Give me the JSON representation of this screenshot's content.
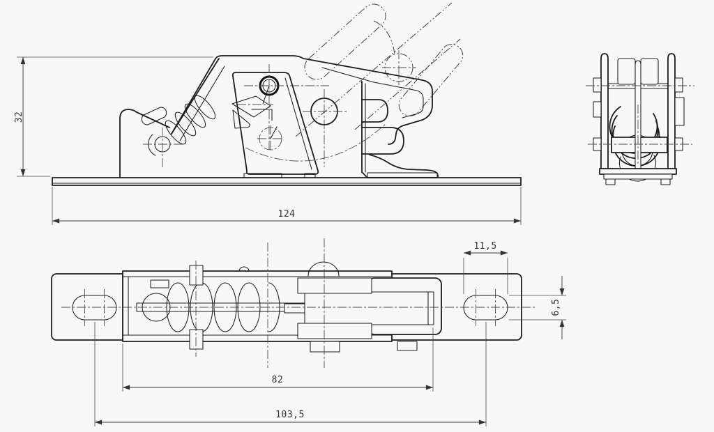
{
  "drawing": {
    "type": "technical-drawing",
    "subject": "spring latch fastener, three orthographic views",
    "background_color": "#f8f8f8",
    "line_color": "#1c1c1c",
    "views": {
      "side": "side elevation view with phantom open position",
      "end": "end elevation view",
      "plan": "bottom plan view"
    },
    "dimensions": {
      "height": {
        "value": "32",
        "orientation": "vertical",
        "refers_to": "overall height above base plate"
      },
      "base_length": {
        "value": "124",
        "orientation": "horizontal",
        "refers_to": "base plate length"
      },
      "slot_length": {
        "value": "11,5",
        "orientation": "horizontal",
        "refers_to": "mounting slot length"
      },
      "slot_width": {
        "value": "6,5",
        "orientation": "vertical",
        "refers_to": "mounting slot width"
      },
      "body_length": {
        "value": "82",
        "orientation": "horizontal",
        "refers_to": "housing to lever end"
      },
      "hole_spacing": {
        "value": "103,5",
        "orientation": "horizontal",
        "refers_to": "mounting slot centre spacing"
      }
    }
  }
}
